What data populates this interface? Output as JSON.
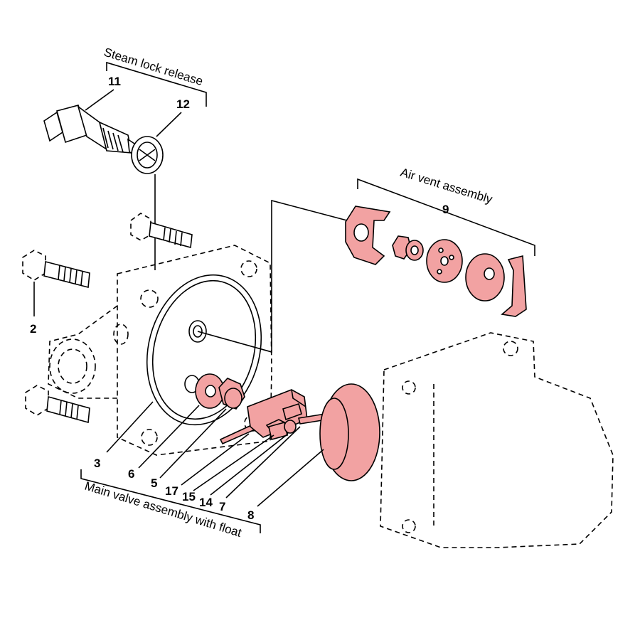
{
  "colors": {
    "highlight": "#f2a2a2",
    "line": "#000000",
    "background": "#ffffff"
  },
  "groups": {
    "steam_lock_release": "Steam lock release",
    "air_vent_assembly": "Air vent assembly",
    "main_valve_assembly": "Main valve assembly with float"
  },
  "callouts": {
    "c11": "11",
    "c12": "12",
    "c9": "9",
    "c2": "2",
    "c3": "3",
    "c6": "6",
    "c5": "5",
    "c17": "17",
    "c15": "15",
    "c14": "14",
    "c7": "7",
    "c8": "8"
  }
}
